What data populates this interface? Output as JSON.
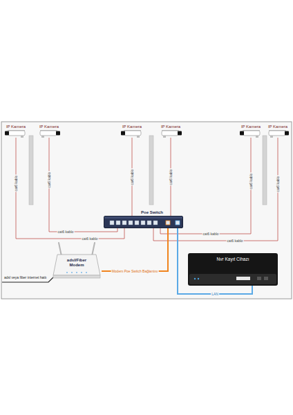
{
  "diagram": {
    "nodes": [
      {
        "text": [
          "IP Kamera"
        ]
      },
      {
        "text": [
          "IP Kamera"
        ]
      },
      {
        "text": [
          "IP Kamera"
        ]
      },
      {
        "text": [
          "IP Kamera"
        ]
      },
      {
        "text": [
          "IP Kamera"
        ]
      },
      {
        "text": [
          "IP Kamera"
        ]
      },
      {
        "text": [
          "Poe Switch"
        ]
      },
      {
        "text": [
          "adsl/Fiber Modem"
        ]
      },
      {
        "text": [
          "Nvr Kayıt Cihazı"
        ]
      }
    ],
    "edges": [
      {
        "from": 0,
        "to": 6,
        "arrow": "none",
        "label": "cat6 kablo"
      },
      {
        "from": 1,
        "to": 6,
        "arrow": "none",
        "label": "cat6 kablo"
      },
      {
        "from": 2,
        "to": 6,
        "arrow": "none",
        "label": "cat6 kablo"
      },
      {
        "from": 3,
        "to": 6,
        "arrow": "none",
        "label": "cat6 kablo"
      },
      {
        "from": 4,
        "to": 6,
        "arrow": "none",
        "label": "cat6 kablo"
      },
      {
        "from": 5,
        "to": 6,
        "arrow": "none",
        "label": "cat6 kablo"
      },
      {
        "from": 7,
        "to": 6,
        "arrow": "none",
        "label": "Modem Poe Switch Bağlantısı"
      },
      {
        "from": 6,
        "to": 8,
        "arrow": "none",
        "label": "LAN"
      }
    ],
    "labels": [
      "cat6 kablo",
      "cat6 kablo",
      "cat6 kablo",
      "cat6 kablo",
      "adsl veya fiber internet hattı"
    ]
  }
}
